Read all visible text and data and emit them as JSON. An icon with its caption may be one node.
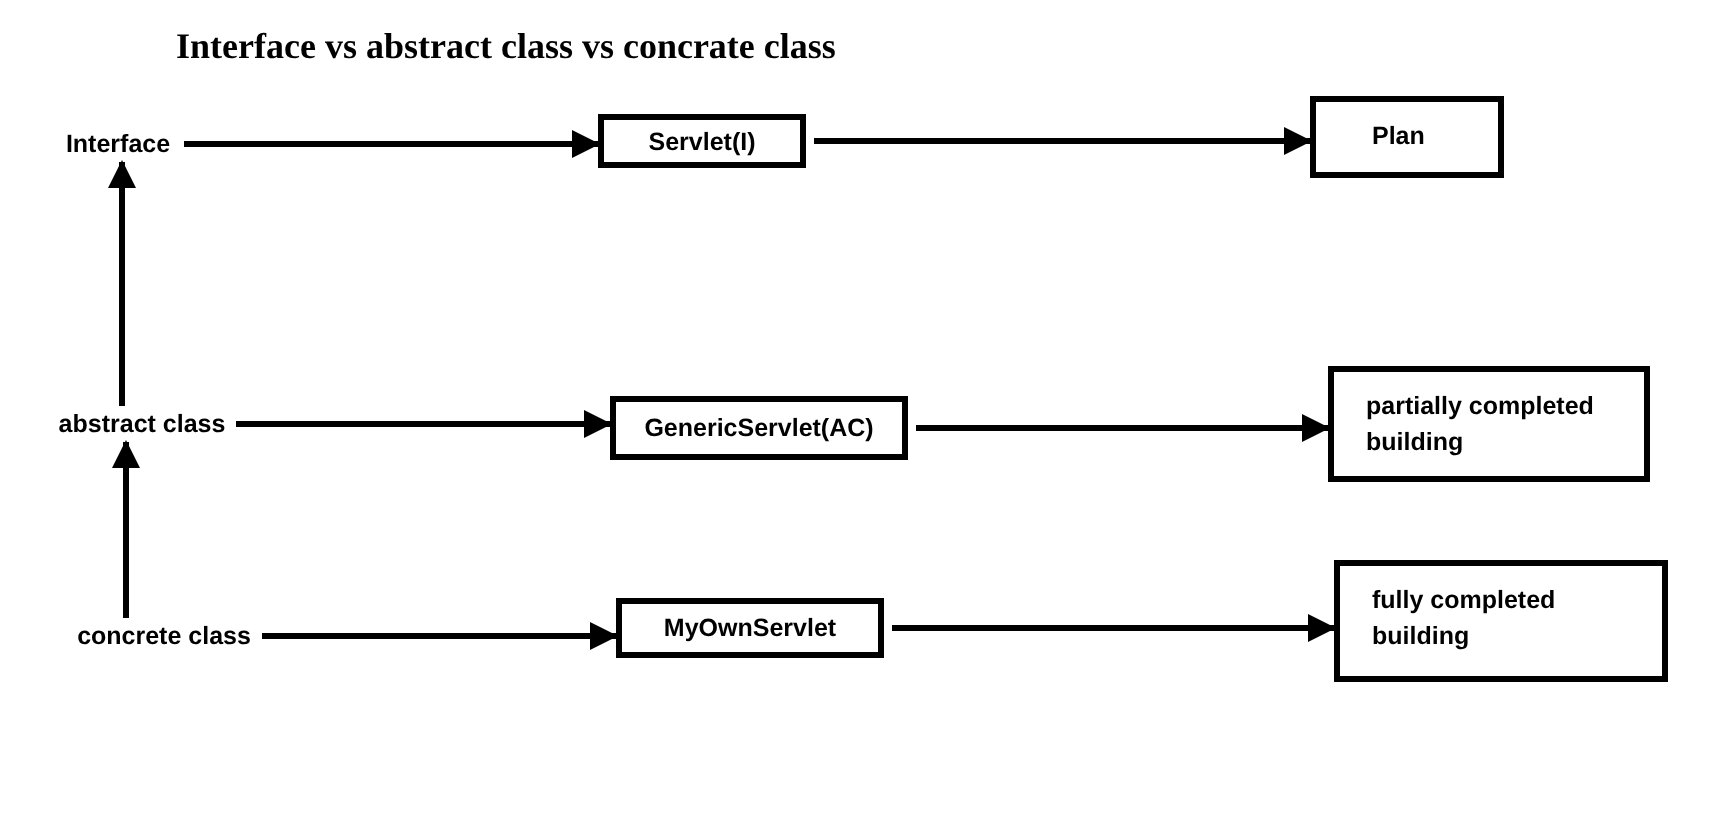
{
  "diagram": {
    "title": "Interface vs abstract class vs concrate class",
    "nodes": [
      {
        "text": [
          "Interface"
        ]
      },
      {
        "text": [
          "Servlet(I)"
        ]
      },
      {
        "text": [
          "Plan"
        ]
      },
      {
        "text": [
          "abstract class"
        ]
      },
      {
        "text": [
          "GenericServlet(AC)"
        ]
      },
      {
        "text": [
          "partially completed building"
        ]
      },
      {
        "text": [
          "concrete class"
        ]
      },
      {
        "text": [
          "MyOwnServlet"
        ]
      },
      {
        "text": [
          "fully completed building"
        ]
      }
    ],
    "edges": [
      {
        "from": 0,
        "to": 1,
        "arrow": "to"
      },
      {
        "from": 1,
        "to": 2,
        "arrow": "to"
      },
      {
        "from": 3,
        "to": 0,
        "arrow": "to"
      },
      {
        "from": 3,
        "to": 4,
        "arrow": "to"
      },
      {
        "from": 4,
        "to": 5,
        "arrow": "to"
      },
      {
        "from": 6,
        "to": 3,
        "arrow": "to"
      },
      {
        "from": 6,
        "to": 7,
        "arrow": "to"
      },
      {
        "from": 7,
        "to": 8,
        "arrow": "to"
      }
    ]
  }
}
